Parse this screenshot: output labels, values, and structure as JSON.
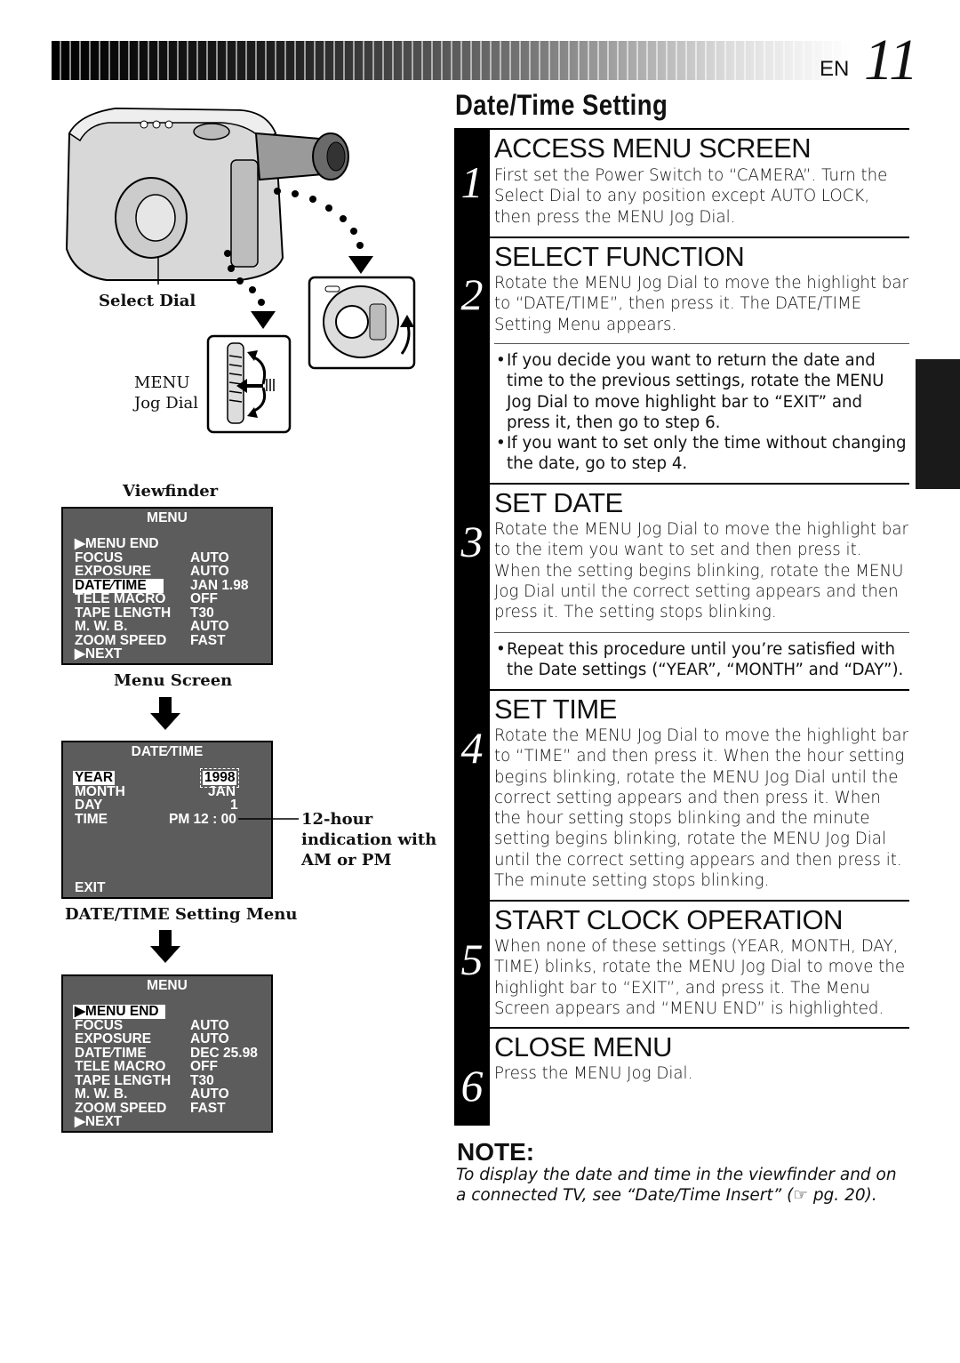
{
  "header": {
    "lang": "EN",
    "page": "11"
  },
  "title": "Date/Time Setting",
  "steps": [
    {
      "num": "1",
      "heading": "ACCESS MENU SCREEN",
      "body": "First set the Power Switch to “CAMERA”. Turn the Select Dial to any position except AUTO LOCK, then press the MENU Jog Dial."
    },
    {
      "num": "2",
      "heading": "SELECT FUNCTION",
      "body": "Rotate the MENU Jog Dial to move the highlight bar to “DATE/TIME”, then press it. The DATE/TIME Setting Menu appears.",
      "bullets": [
        "If you decide you want to return the date and time to the previous settings, rotate the MENU Jog Dial to move highlight bar to “EXIT” and press it, then go to step 6.",
        "If you want to set only the time without changing the date, go to step 4."
      ]
    },
    {
      "num": "3",
      "heading": "SET DATE",
      "body": "Rotate the MENU Jog Dial to move the highlight bar to the item you want to set and then press it. When the setting begins blinking, rotate the MENU Jog Dial until the correct setting appears and then press it. The setting stops blinking.",
      "bullets": [
        "Repeat this procedure until you’re satisfied with the Date settings (“YEAR”, “MONTH” and “DAY”)."
      ]
    },
    {
      "num": "4",
      "heading": "SET TIME",
      "body": "Rotate the MENU Jog Dial to move the highlight bar to “TIME” and then press it. When the hour setting begins blinking, rotate the MENU Jog Dial until the correct setting appears and then press it. When the hour setting stops blinking and the minute setting begins blinking, rotate the MENU Jog Dial until the correct setting appears and then press it. The minute setting stops blinking."
    },
    {
      "num": "5",
      "heading": "START CLOCK OPERATION",
      "body": "When none of these settings (YEAR, MONTH, DAY, TIME) blinks, rotate the MENU Jog Dial to move the highlight bar to “EXIT”, and press it. The Menu Screen appears and “MENU END” is highlighted."
    },
    {
      "num": "6",
      "heading": "CLOSE MENU",
      "body": "Press the MENU Jog Dial."
    }
  ],
  "note": {
    "heading": "NOTE:",
    "text": "To display the date and time in the viewfinder and on a connected TV, see “Date/Time Insert” (☞ pg. 20)."
  },
  "illustration": {
    "select_dial_label": "Select Dial",
    "menu_label": "MENU",
    "jog_dial_label": "Jog Dial",
    "viewfinder_label": "Viewfinder",
    "menu_screen_label": "Menu Screen",
    "datetime_menu_label": "DATE/TIME Setting Menu",
    "hour_note": [
      "12-hour",
      "indication with",
      "AM or PM"
    ]
  },
  "screen1": {
    "title": "MENU",
    "rows": [
      {
        "k": "▶MENU  END",
        "v": ""
      },
      {
        "k": "FOCUS",
        "v": "AUTO"
      },
      {
        "k": "EXPOSURE",
        "v": "AUTO"
      },
      {
        "k": "DATE⁄TIME",
        "v": "JAN    1.98"
      },
      {
        "k": "TELE   MACRO",
        "v": "OFF"
      },
      {
        "k": "TAPE   LENGTH",
        "v": "T30"
      },
      {
        "k": "M. W. B.",
        "v": "AUTO"
      },
      {
        "k": "ZOOM SPEED",
        "v": "FAST"
      },
      {
        "k": "▶NEXT",
        "v": ""
      }
    ]
  },
  "screen2": {
    "title": "DATE⁄TIME",
    "rows": [
      {
        "k": "YEAR",
        "v": "1998"
      },
      {
        "k": "MONTH",
        "v": "JAN"
      },
      {
        "k": "DAY",
        "v": "1"
      },
      {
        "k": "TIME",
        "v": "PM 12 : 00"
      }
    ],
    "exit": "EXIT"
  },
  "screen3": {
    "title": "MENU",
    "rows": [
      {
        "k": "▶MENU  END",
        "v": ""
      },
      {
        "k": "FOCUS",
        "v": "AUTO"
      },
      {
        "k": "EXPOSURE",
        "v": "AUTO"
      },
      {
        "k": "DATE⁄TIME",
        "v": "DEC  25.98"
      },
      {
        "k": "TELE   MACRO",
        "v": "OFF"
      },
      {
        "k": "TAPE   LENGTH",
        "v": "T30"
      },
      {
        "k": "M. W. B.",
        "v": "AUTO"
      },
      {
        "k": "ZOOM SPEED",
        "v": "FAST"
      },
      {
        "k": "▶NEXT",
        "v": ""
      }
    ]
  }
}
